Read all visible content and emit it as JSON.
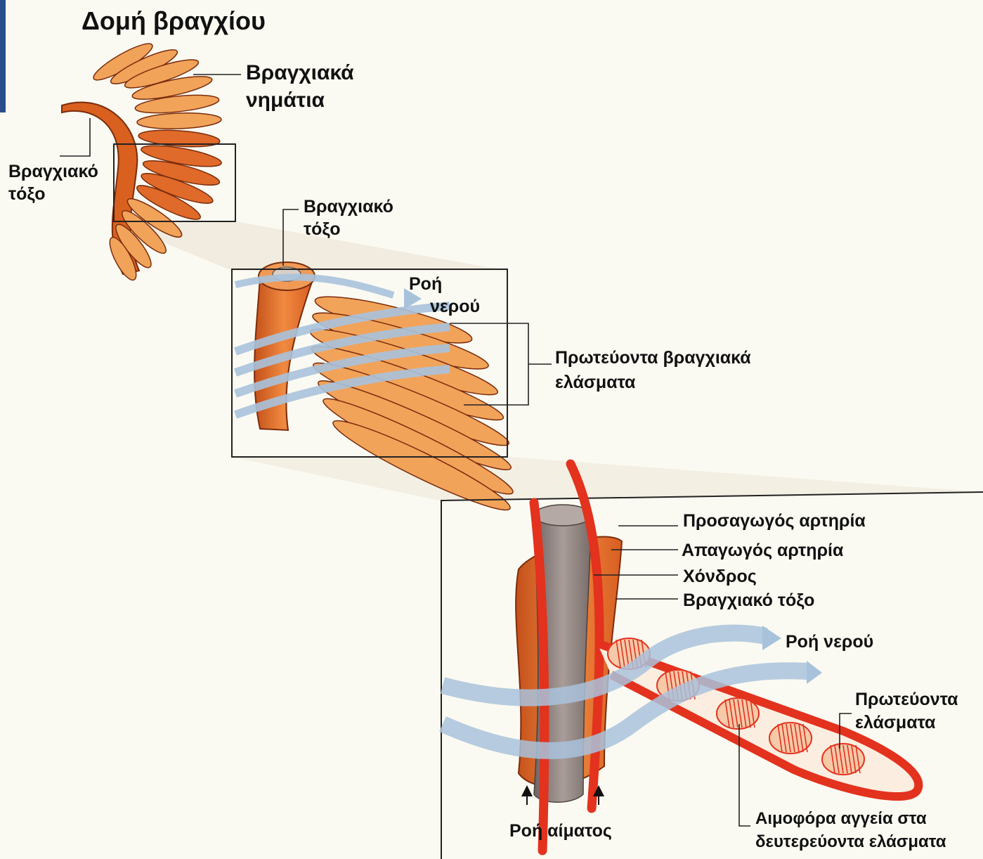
{
  "title": "Δομή βραγχίου",
  "labels": {
    "gill_filaments": [
      "Βραγχιακά",
      "νημάτια"
    ],
    "gill_arch_1": [
      "Βραγχιακό",
      "τόξο"
    ],
    "gill_arch_2": [
      "Βραγχιακό",
      "τόξο"
    ],
    "water_flow_1": [
      "Ροή",
      "νερού"
    ],
    "primary_lamellae_1": [
      "Πρωτεύοντα βραγχιακά",
      "ελάσματα"
    ],
    "afferent_artery": "Προσαγωγός αρτηρία",
    "efferent_artery": "Απαγωγός αρτηρία",
    "cartilage": "Χόνδρος",
    "gill_arch_3": "Βραγχιακό τόξο",
    "water_flow_2": "Ροή νερού",
    "primary_lamellae_2": [
      "Πρωτεύοντα",
      "ελάσματα"
    ],
    "blood_flow": "Ροή αίματος",
    "secondary_vessels": [
      "Αιμοφόρα αγγεία στα",
      "δευτερεύοντα ελάσματα"
    ]
  },
  "colors": {
    "background": "#fbfaf2",
    "filament_light": "#f2a35a",
    "filament_dark": "#e06a2a",
    "arch": "#e8742e",
    "water": "#a9c2dc",
    "artery": "#e3321e",
    "cartilage": "#8c7f7c",
    "line": "#222222"
  }
}
